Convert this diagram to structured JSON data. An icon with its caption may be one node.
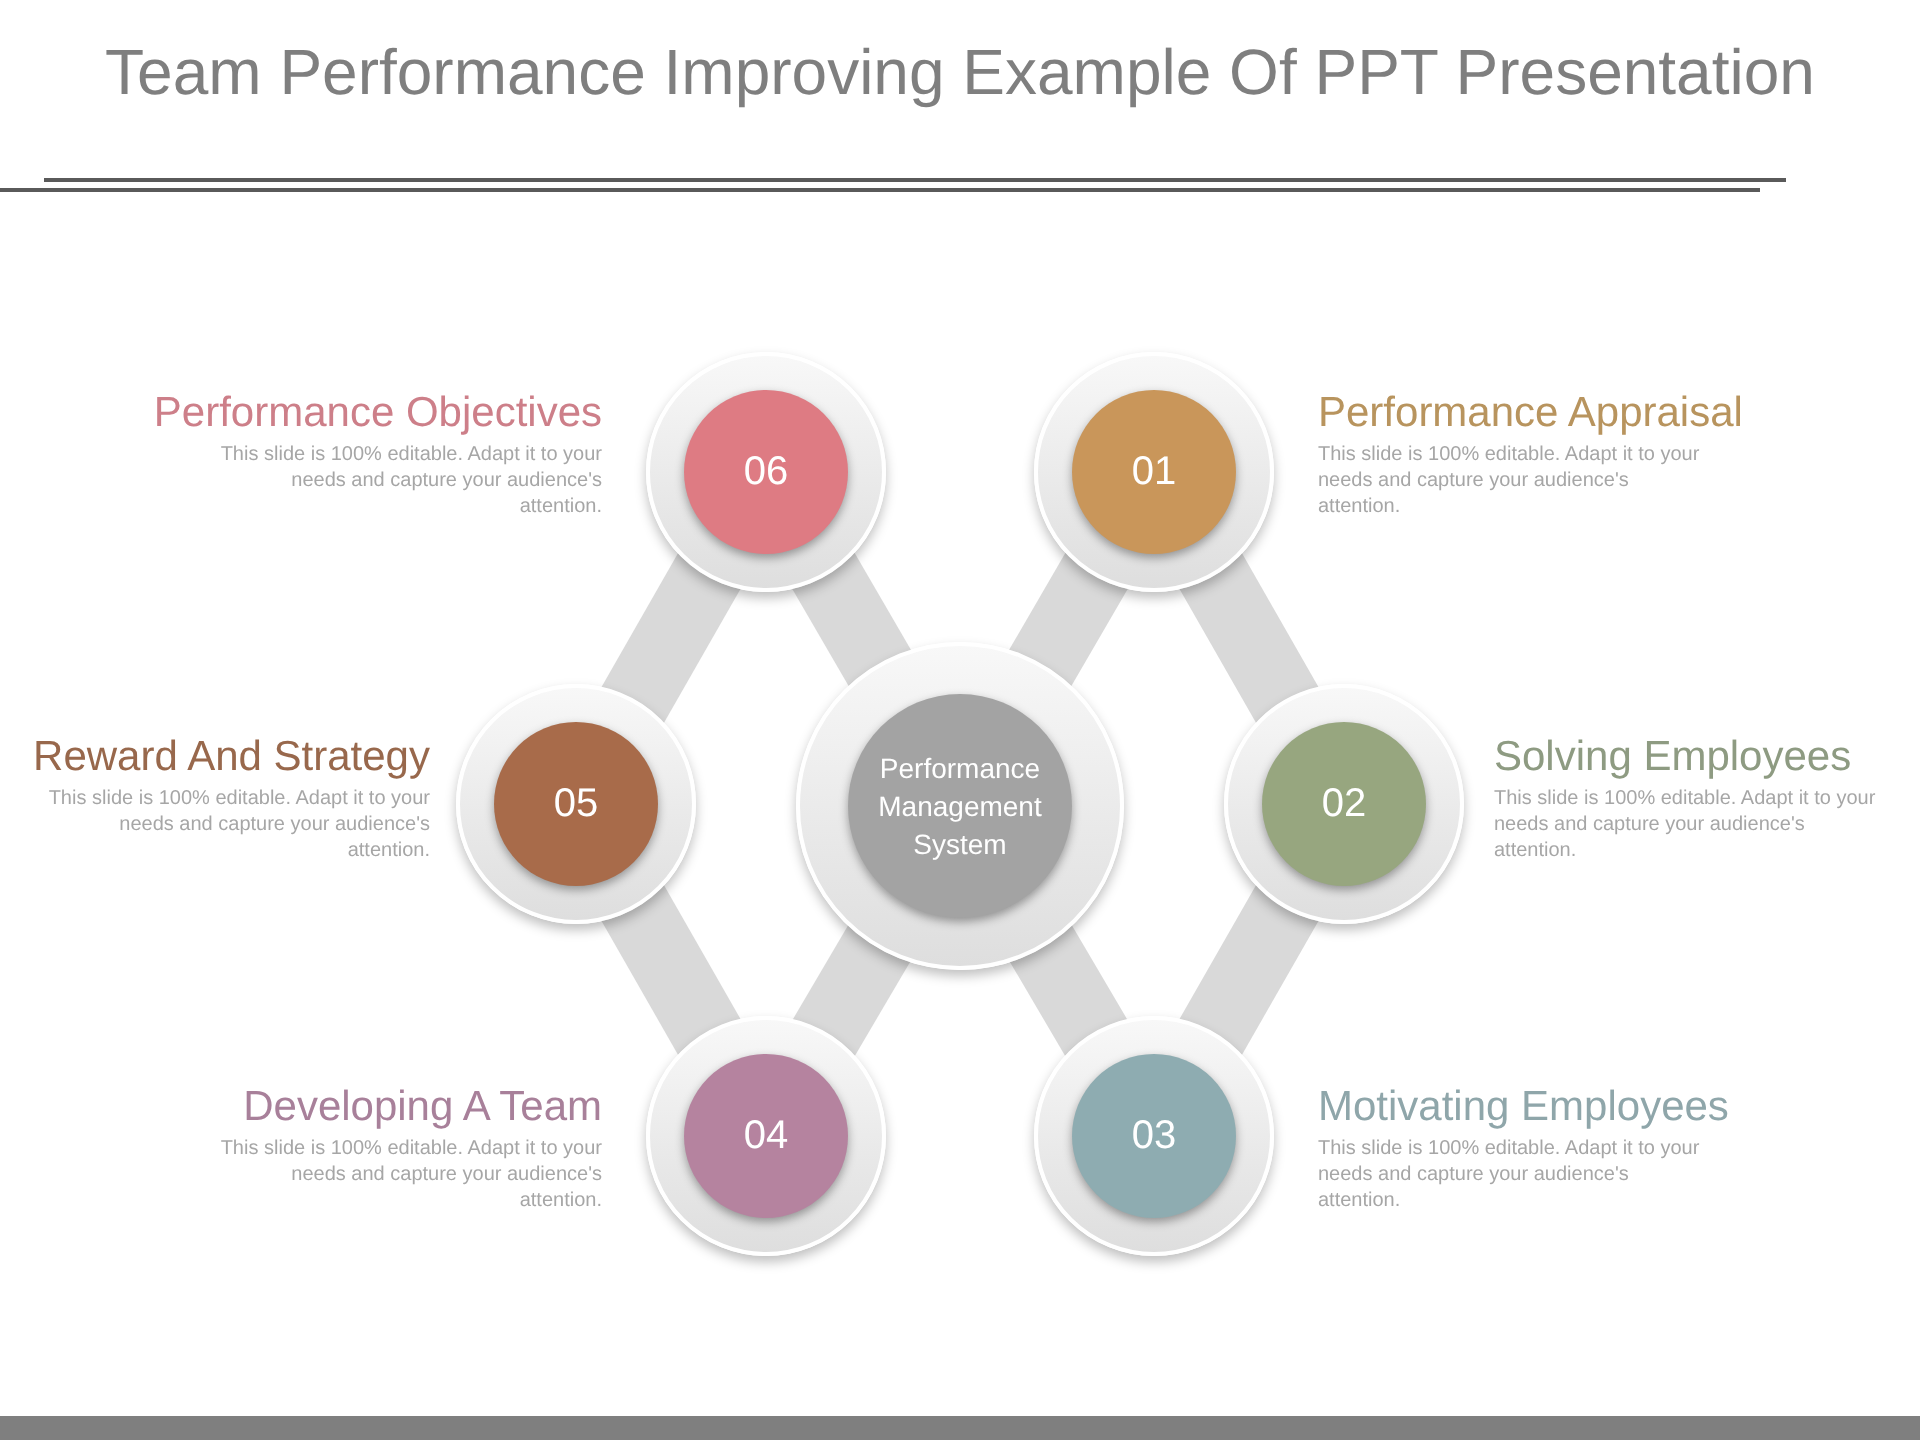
{
  "diagram": {
    "title": "Team Performance Improving Example Of PPT Presentation",
    "nodes": [
      {
        "text": [
          "Performance Management System"
        ]
      },
      {
        "text": [
          "01",
          "Performance Appraisal"
        ],
        "beside": [
          "This slide is 100% editable. Adapt it to your needs and capture your audience's attention."
        ]
      },
      {
        "text": [
          "02",
          "Solving Employees"
        ],
        "beside": [
          "This slide is 100% editable. Adapt it to your needs and capture your audience's attention."
        ]
      },
      {
        "text": [
          "03",
          "Motivating Employees"
        ],
        "beside": [
          "This slide is 100% editable. Adapt it to your needs and capture your audience's attention."
        ]
      },
      {
        "text": [
          "04",
          "Developing A Team"
        ],
        "beside": [
          "This slide is 100% editable. Adapt it to your needs and capture your audience's attention."
        ]
      },
      {
        "text": [
          "05",
          "Reward And Strategy"
        ],
        "beside": [
          "This slide is 100% editable. Adapt it to your needs and capture your audience's attention."
        ]
      },
      {
        "text": [
          "06",
          "Performance Objectives"
        ],
        "beside": [
          "This slide is 100% editable. Adapt it to your needs and capture your audience's attention."
        ]
      }
    ],
    "edges": [
      {
        "from": 1,
        "to": 0,
        "arrow": "none"
      },
      {
        "from": 1,
        "to": 2,
        "arrow": "none"
      },
      {
        "from": 2,
        "to": 3,
        "arrow": "none"
      },
      {
        "from": 3,
        "to": 0,
        "arrow": "none"
      },
      {
        "from": 4,
        "to": 0,
        "arrow": "none"
      },
      {
        "from": 4,
        "to": 5,
        "arrow": "none"
      },
      {
        "from": 5,
        "to": 6,
        "arrow": "none"
      },
      {
        "from": 6,
        "to": 0,
        "arrow": "none"
      }
    ]
  }
}
